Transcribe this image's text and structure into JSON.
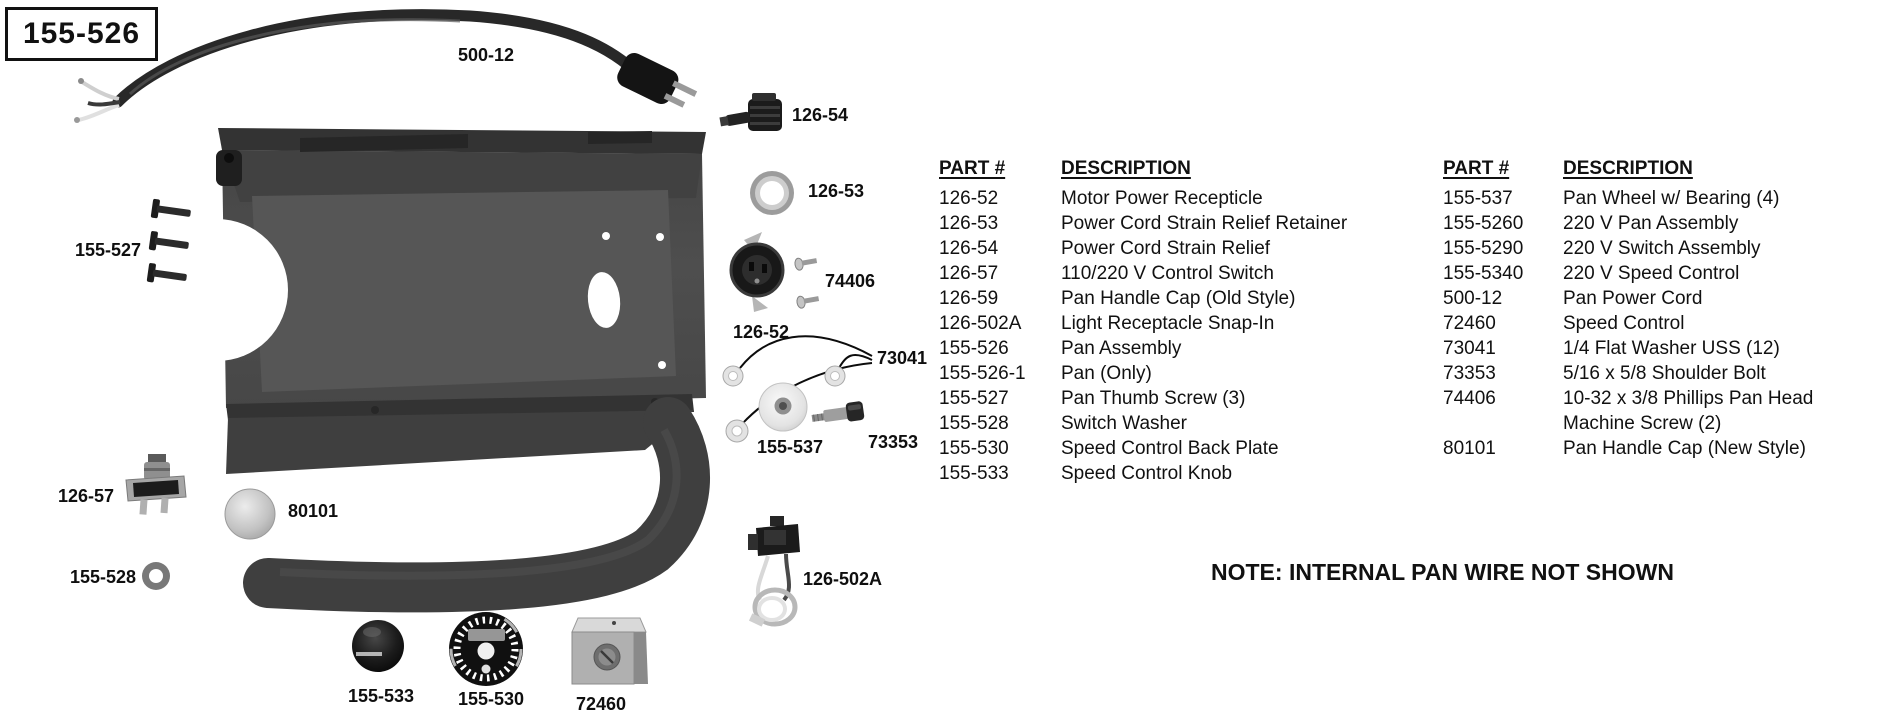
{
  "title_box": {
    "label": "155-526"
  },
  "note": "NOTE: INTERNAL PAN WIRE NOT SHOWN",
  "diagram": {
    "labels": {
      "power_cord": "500-12",
      "strain_relief": "126-54",
      "strain_relief_retainer": "126-53",
      "machine_screws": "74406",
      "motor_receptacle": "126-52",
      "flat_washers": "73041",
      "pan_wheel": "155-537",
      "shoulder_bolt": "73353",
      "thumb_screws": "155-527",
      "control_switch": "126-57",
      "handle_cap_new": "80101",
      "switch_washer": "155-528",
      "speed_knob": "155-533",
      "speed_back_plate": "155-530",
      "speed_control": "72460",
      "light_receptacle": "126-502A"
    }
  },
  "parts_tables": [
    {
      "headers": {
        "part": "PART #",
        "description": "DESCRIPTION"
      },
      "rows": [
        {
          "part": "126-52",
          "description": "Motor Power Recepticle"
        },
        {
          "part": "126-53",
          "description": "Power Cord Strain Relief Retainer"
        },
        {
          "part": "126-54",
          "description": "Power Cord Strain Relief"
        },
        {
          "part": "126-57",
          "description": "110/220 V Control Switch"
        },
        {
          "part": "126-59",
          "description": "Pan Handle Cap (Old Style)"
        },
        {
          "part": "126-502A",
          "description": "Light Receptacle Snap-In"
        },
        {
          "part": "155-526",
          "description": "Pan Assembly"
        },
        {
          "part": "155-526-1",
          "description": "Pan (Only)"
        },
        {
          "part": "155-527",
          "description": "Pan Thumb Screw (3)"
        },
        {
          "part": "155-528",
          "description": "Switch Washer"
        },
        {
          "part": "155-530",
          "description": "Speed Control Back Plate"
        },
        {
          "part": "155-533",
          "description": "Speed Control Knob"
        }
      ]
    },
    {
      "headers": {
        "part": "PART #",
        "description": "DESCRIPTION"
      },
      "rows": [
        {
          "part": "155-537",
          "description": "Pan Wheel w/ Bearing (4)"
        },
        {
          "part": "155-5260",
          "description": "220 V Pan Assembly"
        },
        {
          "part": "155-5290",
          "description": "220 V Switch Assembly"
        },
        {
          "part": "155-5340",
          "description": "220 V Speed Control"
        },
        {
          "part": "500-12",
          "description": "Pan Power Cord"
        },
        {
          "part": "72460",
          "description": "Speed Control"
        },
        {
          "part": "73041",
          "description": "1/4 Flat Washer USS (12)"
        },
        {
          "part": "73353",
          "description": "5/16 x 5/8 Shoulder Bolt"
        },
        {
          "part": "74406",
          "description": "10-32 x 3/8 Phillips Pan Head Machine Screw (2)"
        },
        {
          "part": "80101",
          "description": "Pan Handle Cap (New Style)"
        }
      ]
    }
  ]
}
